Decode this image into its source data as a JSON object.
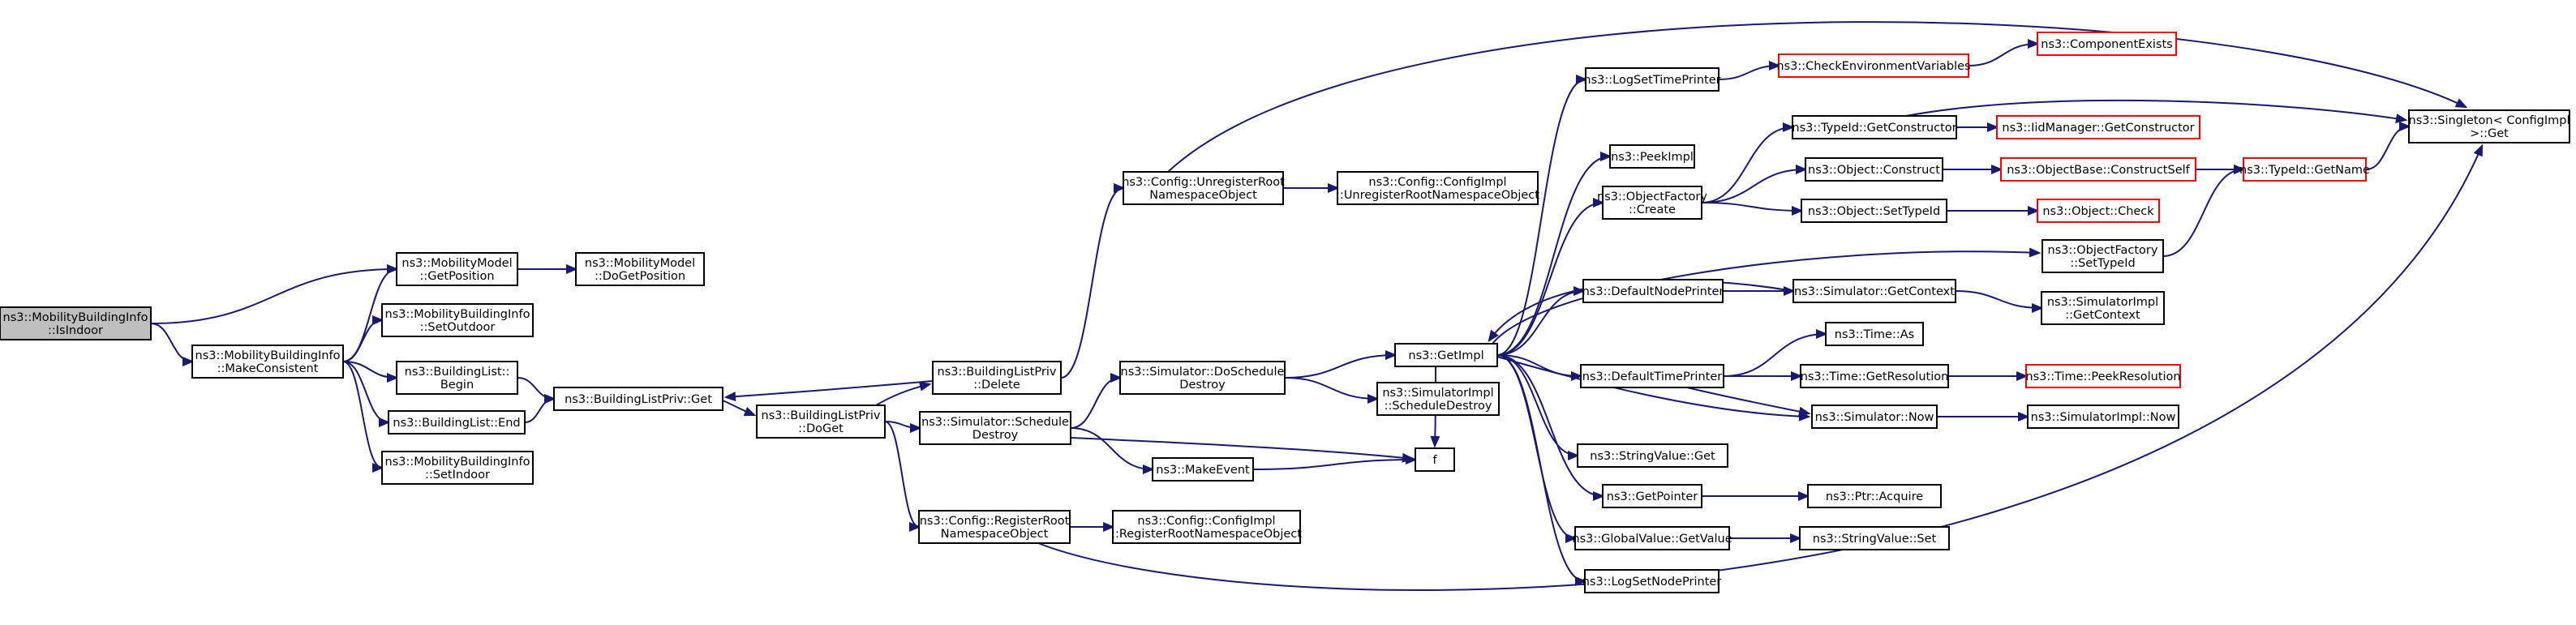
{
  "graph": {
    "colors": {
      "edge": "#191970",
      "node_border": "#000000",
      "node_border_truncated": "#ff0000",
      "root_fill": "#bfbfbf",
      "node_fill": "#ffffff"
    },
    "nodes": [
      {
        "id": "isIndoor",
        "lines": [
          "ns3::MobilityBuildingInfo",
          "::IsIndoor"
        ],
        "root": true
      },
      {
        "id": "getPosition",
        "lines": [
          "ns3::MobilityModel",
          "::GetPosition"
        ]
      },
      {
        "id": "doGetPosition",
        "lines": [
          "ns3::MobilityModel",
          "::DoGetPosition"
        ]
      },
      {
        "id": "makeConsistent",
        "lines": [
          "ns3::MobilityBuildingInfo",
          "::MakeConsistent"
        ]
      },
      {
        "id": "setOutdoor",
        "lines": [
          "ns3::MobilityBuildingInfo",
          "::SetOutdoor"
        ]
      },
      {
        "id": "blBegin",
        "lines": [
          "ns3::BuildingList::",
          "Begin"
        ]
      },
      {
        "id": "blEnd",
        "lines": [
          "ns3::BuildingList::End"
        ]
      },
      {
        "id": "setIndoor",
        "lines": [
          "ns3::MobilityBuildingInfo",
          "::SetIndoor"
        ]
      },
      {
        "id": "blpGet",
        "lines": [
          "ns3::BuildingListPriv::Get"
        ]
      },
      {
        "id": "blpDoGet",
        "lines": [
          "ns3::BuildingListPriv",
          "::DoGet"
        ]
      },
      {
        "id": "blpDelete",
        "lines": [
          "ns3::BuildingListPriv",
          "::Delete"
        ]
      },
      {
        "id": "cfgUnregister",
        "lines": [
          "ns3::Config::UnregisterRoot",
          "NamespaceObject"
        ]
      },
      {
        "id": "cfgImplUnregister",
        "lines": [
          "ns3::Config::ConfigImpl",
          "::UnregisterRootNamespaceObject"
        ]
      },
      {
        "id": "simDoScheduleDestroy",
        "lines": [
          "ns3::Simulator::DoSchedule",
          "Destroy"
        ]
      },
      {
        "id": "simScheduleDestroy",
        "lines": [
          "ns3::Simulator::Schedule",
          "Destroy"
        ]
      },
      {
        "id": "makeEvent",
        "lines": [
          "ns3::MakeEvent"
        ]
      },
      {
        "id": "cfgRegister",
        "lines": [
          "ns3::Config::RegisterRoot",
          "NamespaceObject"
        ]
      },
      {
        "id": "cfgImplRegister",
        "lines": [
          "ns3::Config::ConfigImpl",
          "::RegisterRootNamespaceObject"
        ]
      },
      {
        "id": "getImpl",
        "lines": [
          "ns3::GetImpl"
        ]
      },
      {
        "id": "f",
        "lines": [
          "f"
        ]
      },
      {
        "id": "simImplScheduleDestroy",
        "lines": [
          "ns3::SimulatorImpl",
          "::ScheduleDestroy"
        ]
      },
      {
        "id": "logSetTimePrinter",
        "lines": [
          "ns3::LogSetTimePrinter"
        ]
      },
      {
        "id": "peekImpl",
        "lines": [
          "ns3::PeekImpl"
        ]
      },
      {
        "id": "objFactoryCreate",
        "lines": [
          "ns3::ObjectFactory",
          "::Create"
        ]
      },
      {
        "id": "defaultNodePrinter",
        "lines": [
          "ns3::DefaultNodePrinter"
        ]
      },
      {
        "id": "defaultTimePrinter",
        "lines": [
          "ns3::DefaultTimePrinter"
        ]
      },
      {
        "id": "stringValueGet",
        "lines": [
          "ns3::StringValue::Get"
        ]
      },
      {
        "id": "getPointer",
        "lines": [
          "ns3::GetPointer"
        ]
      },
      {
        "id": "globalValueGetValue",
        "lines": [
          "ns3::GlobalValue::GetValue"
        ]
      },
      {
        "id": "logSetNodePrinter",
        "lines": [
          "ns3::LogSetNodePrinter"
        ]
      },
      {
        "id": "checkEnvVars",
        "lines": [
          "ns3::CheckEnvironmentVariables"
        ],
        "truncated": true
      },
      {
        "id": "componentExists",
        "lines": [
          "ns3::ComponentExists"
        ],
        "truncated": true
      },
      {
        "id": "typeIdGetConstructor",
        "lines": [
          "ns3::TypeId::GetConstructor"
        ]
      },
      {
        "id": "objectConstruct",
        "lines": [
          "ns3::Object::Construct"
        ]
      },
      {
        "id": "objectSetTypeId",
        "lines": [
          "ns3::Object::SetTypeId"
        ]
      },
      {
        "id": "objFactorySetTypeId",
        "lines": [
          "ns3::ObjectFactory",
          "::SetTypeId"
        ]
      },
      {
        "id": "simGetContext",
        "lines": [
          "ns3::Simulator::GetContext"
        ]
      },
      {
        "id": "timeAs",
        "lines": [
          "ns3::Time::As"
        ]
      },
      {
        "id": "timeGetResolution",
        "lines": [
          "ns3::Time::GetResolution"
        ]
      },
      {
        "id": "simNow",
        "lines": [
          "ns3::Simulator::Now"
        ]
      },
      {
        "id": "ptrAcquire",
        "lines": [
          "ns3::Ptr::Acquire"
        ]
      },
      {
        "id": "stringValueSet",
        "lines": [
          "ns3::StringValue::Set"
        ]
      },
      {
        "id": "iidGetConstructor",
        "lines": [
          "ns3::IidManager::GetConstructor"
        ],
        "truncated": true
      },
      {
        "id": "objBaseConstructSelf",
        "lines": [
          "ns3::ObjectBase::ConstructSelf"
        ],
        "truncated": true
      },
      {
        "id": "objectCheck",
        "lines": [
          "ns3::Object::Check"
        ],
        "truncated": true
      },
      {
        "id": "typeIdGetName",
        "lines": [
          "ns3::TypeId::GetName"
        ],
        "truncated": true
      },
      {
        "id": "simImplGetContext",
        "lines": [
          "ns3::SimulatorImpl",
          "::GetContext"
        ]
      },
      {
        "id": "timePeekResolution",
        "lines": [
          "ns3::Time::PeekResolution"
        ],
        "truncated": true
      },
      {
        "id": "simImplNow",
        "lines": [
          "ns3::SimulatorImpl::Now"
        ]
      },
      {
        "id": "singletonGet",
        "lines": [
          "ns3::Singleton< ConfigImpl",
          " >::Get"
        ]
      }
    ],
    "edges": [
      [
        "isIndoor",
        "getPosition"
      ],
      [
        "isIndoor",
        "makeConsistent"
      ],
      [
        "getPosition",
        "doGetPosition"
      ],
      [
        "makeConsistent",
        "getPosition"
      ],
      [
        "makeConsistent",
        "setOutdoor"
      ],
      [
        "makeConsistent",
        "blBegin"
      ],
      [
        "makeConsistent",
        "blEnd"
      ],
      [
        "makeConsistent",
        "setIndoor"
      ],
      [
        "blBegin",
        "blpGet"
      ],
      [
        "blEnd",
        "blpGet"
      ],
      [
        "blpGet",
        "blpDoGet"
      ],
      [
        "blpDoGet",
        "blpDelete"
      ],
      [
        "blpDoGet",
        "simScheduleDestroy"
      ],
      [
        "blpDoGet",
        "cfgRegister"
      ],
      [
        "blpDelete",
        "blpGet"
      ],
      [
        "blpDelete",
        "cfgUnregister"
      ],
      [
        "cfgUnregister",
        "cfgImplUnregister"
      ],
      [
        "cfgUnregister",
        "singletonGet"
      ],
      [
        "simScheduleDestroy",
        "simDoScheduleDestroy"
      ],
      [
        "simScheduleDestroy",
        "makeEvent"
      ],
      [
        "simScheduleDestroy",
        "f"
      ],
      [
        "makeEvent",
        "f"
      ],
      [
        "cfgRegister",
        "cfgImplRegister"
      ],
      [
        "cfgRegister",
        "singletonGet"
      ],
      [
        "simDoScheduleDestroy",
        "getImpl"
      ],
      [
        "simDoScheduleDestroy",
        "simImplScheduleDestroy"
      ],
      [
        "getImpl",
        "logSetTimePrinter"
      ],
      [
        "getImpl",
        "peekImpl"
      ],
      [
        "getImpl",
        "objFactoryCreate"
      ],
      [
        "getImpl",
        "objFactorySetTypeId"
      ],
      [
        "getImpl",
        "defaultNodePrinter"
      ],
      [
        "getImpl",
        "defaultTimePrinter"
      ],
      [
        "getImpl",
        "stringValueGet"
      ],
      [
        "getImpl",
        "getPointer"
      ],
      [
        "getImpl",
        "globalValueGetValue"
      ],
      [
        "getImpl",
        "logSetNodePrinter"
      ],
      [
        "getImpl",
        "simNow"
      ],
      [
        "getImpl",
        "f"
      ],
      [
        "simGetContext",
        "getImpl"
      ],
      [
        "logSetTimePrinter",
        "checkEnvVars"
      ],
      [
        "checkEnvVars",
        "componentExists"
      ],
      [
        "objFactoryCreate",
        "typeIdGetConstructor"
      ],
      [
        "objFactoryCreate",
        "objectConstruct"
      ],
      [
        "objFactoryCreate",
        "objectSetTypeId"
      ],
      [
        "typeIdGetConstructor",
        "iidGetConstructor"
      ],
      [
        "typeIdGetConstructor",
        "singletonGet"
      ],
      [
        "objectConstruct",
        "objBaseConstructSelf"
      ],
      [
        "objBaseConstructSelf",
        "typeIdGetName"
      ],
      [
        "objectSetTypeId",
        "objectCheck"
      ],
      [
        "objFactorySetTypeId",
        "typeIdGetName"
      ],
      [
        "typeIdGetName",
        "singletonGet"
      ],
      [
        "defaultNodePrinter",
        "simGetContext"
      ],
      [
        "simGetContext",
        "simImplGetContext"
      ],
      [
        "defaultTimePrinter",
        "timeAs"
      ],
      [
        "defaultTimePrinter",
        "timeGetResolution"
      ],
      [
        "defaultTimePrinter",
        "simNow"
      ],
      [
        "timeGetResolution",
        "timePeekResolution"
      ],
      [
        "simNow",
        "simImplNow"
      ],
      [
        "getPointer",
        "ptrAcquire"
      ],
      [
        "globalValueGetValue",
        "stringValueSet"
      ]
    ]
  }
}
